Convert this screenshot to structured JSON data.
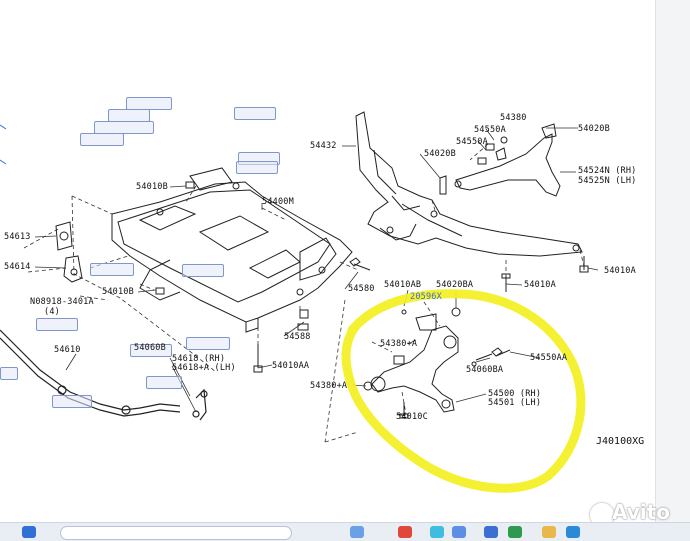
{
  "diagram": {
    "ref_code": "J40100XG",
    "highlight_color": "#f3f021",
    "labels": {
      "p54380": "54380",
      "p54020B_top": "54020B",
      "p54550A": "54550A",
      "p54432": "54432",
      "p54020B_left": "54020B",
      "p54524N": "54524N (RH)",
      "p54525N": "54525N (LH)",
      "p54010B_top": "54010B",
      "p54400M": "54400M",
      "p54613": "54613",
      "p54614": "54614",
      "p54010B_mid": "54010B",
      "p54580": "54580",
      "p54010AB": "54010AB",
      "p54020BA": "54020BA",
      "p54010A": "54010A",
      "p54010A_b": "54010A",
      "p08918": "N08918-3401A",
      "p08918_qty": "(4)",
      "p20596X": "20596X",
      "p54610": "54610",
      "p54060B": "54060B",
      "p54618": "54618 (RH)",
      "p54618A": "54618+A (LH)",
      "p54588": "54588",
      "p54010AA": "54010AA",
      "p54380A_top": "54380+A",
      "p54550AA": "54550AA",
      "p54060BA": "54060BA",
      "p54380A_left": "54380+A",
      "p54500": "54500 (RH)",
      "p54501": "54501 (LH)",
      "p54010C": "54010C"
    }
  },
  "watermark": {
    "text": "Avito"
  }
}
